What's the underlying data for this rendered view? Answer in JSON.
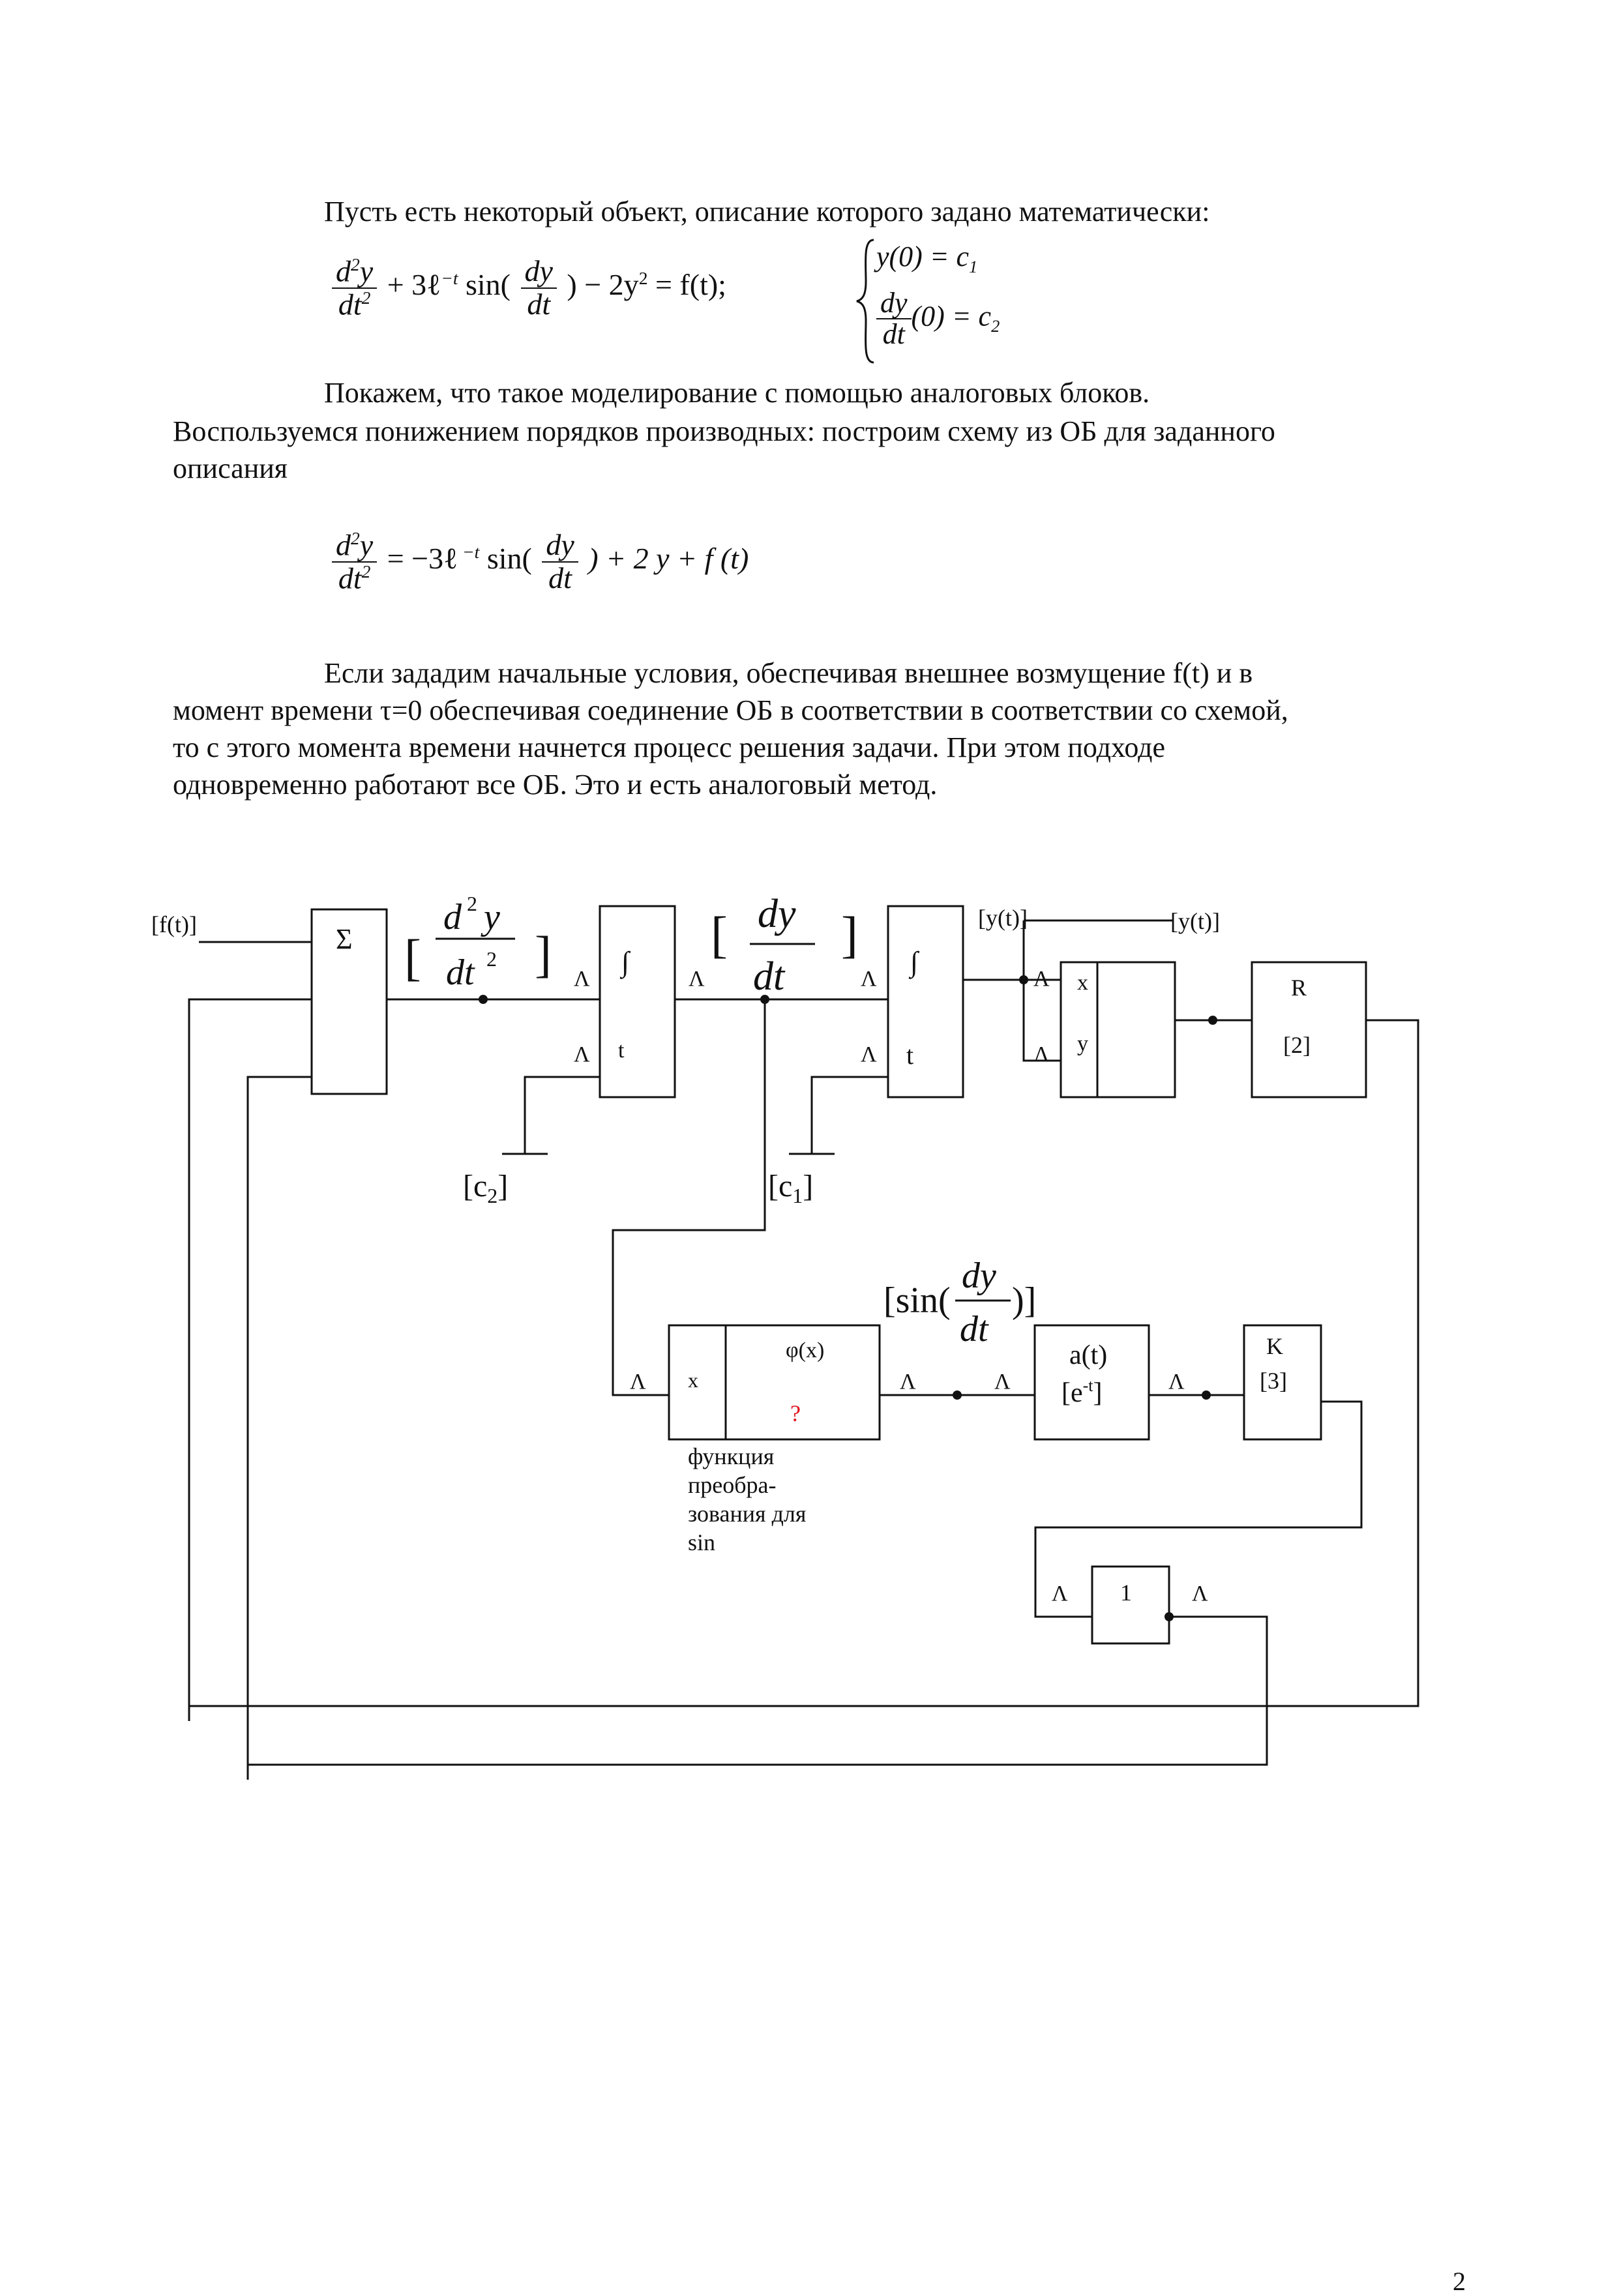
{
  "text": {
    "intro": "Пусть есть некоторый объект, описание которого задано математически:",
    "show_line1": "Покажем, что такое моделирование с помощью аналоговых блоков.",
    "show_line2": "Воспользуемся понижением порядков производных: построим схему из ОБ для заданного",
    "show_line3": "описания",
    "if_line1": "Если зададим начальные условия, обеспечивая внешнее возмущение f(t) и в",
    "if_line2": "момент времени  τ=0 обеспечивая соединение ОБ в соответствии в соответствии со схемой,",
    "if_line3": "то с этого момента времени начнется процесс решения задачи. При этом подходе",
    "if_line4": "одновременно работают все ОБ. Это и есть аналоговый метод.",
    "page_number": "2"
  },
  "equations": {
    "eq1": {
      "d2y": "d",
      "sup2": "2",
      "y": "y",
      "dt": "dt",
      "dt_sup": "2",
      "mid1": "+ 3ℓ",
      "exp": "−t",
      "sin": " sin(",
      "dy": "dy",
      "dt2": "dt",
      "rest": ") − 2y",
      "sq": "2",
      "tail": " = f(t);"
    },
    "ic1": "y(0) = c",
    "ic1_sub": "1",
    "ic2_tail": "(0) = c",
    "ic2_sub": "2",
    "eq2": {
      "lhs_eq": " = −3ℓ",
      "exp": " −t",
      "sin": " sin(",
      "tail": ") + 2 y + f (t)"
    }
  },
  "diagram": {
    "f_input": "[f(t)]",
    "sum_symbol": "Σ",
    "d2y_left": "[",
    "d2y_right": "]",
    "dy_left": "[",
    "dy_right": "]",
    "lambda": "Λ",
    "integral": "∫",
    "t_label": "t",
    "c2": "[c2]",
    "c1": "[c1]",
    "yt1": "[y(t)]",
    "yt2": "[y(t)]",
    "mult_x": "x",
    "mult_y": "y",
    "r_label": "R",
    "r_param": "[2]",
    "phi_x": "φ(x)",
    "phi_in": "x",
    "question": "?",
    "sin_label_open": "[sin(",
    "sin_label_close": ")]",
    "a_label": "a(t)",
    "a_param": "[e-t]",
    "k_label": "K",
    "k_param": "[3]",
    "inv_label": "1",
    "fn_caption": [
      "функция",
      "преобра-",
      "зования для",
      "sin"
    ],
    "accent_red": "#e0141e"
  }
}
